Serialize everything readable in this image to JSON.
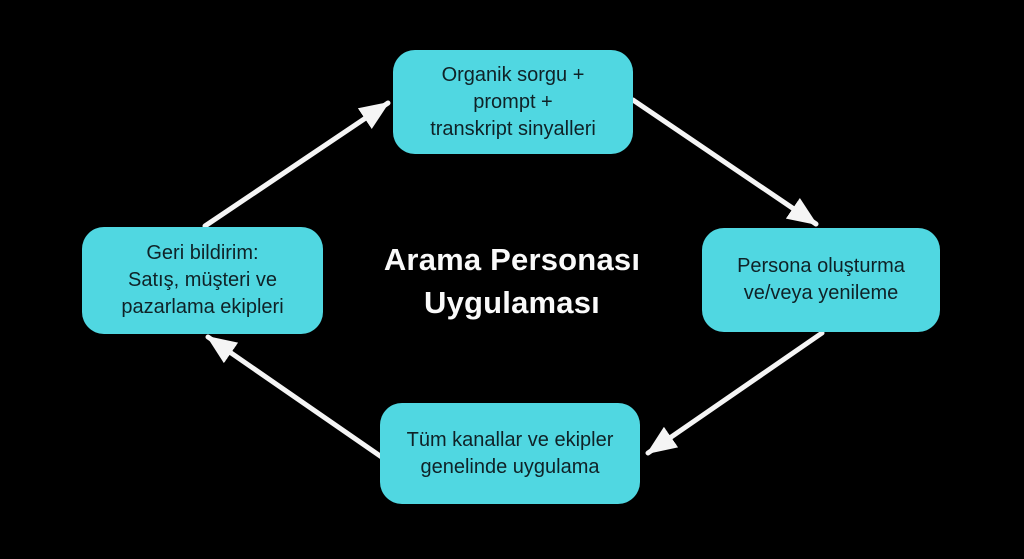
{
  "diagram": {
    "title": "Arama Personası\nUygulaması",
    "nodes": {
      "signals": {
        "label": "Organik sorgu +\nprompt +\ntranskript sinyalleri",
        "position": "top"
      },
      "persona": {
        "label": "Persona oluşturma\nve/veya yenileme",
        "position": "right"
      },
      "rollout": {
        "label": "Tüm kanallar ve ekipler\ngenelinde uygulama",
        "position": "bottom"
      },
      "feedback": {
        "label": "Geri bildirim:\nSatış, müşteri ve\npazarlama ekipleri",
        "position": "left"
      }
    },
    "edges": [
      {
        "from": "feedback",
        "to": "signals"
      },
      {
        "from": "signals",
        "to": "persona"
      },
      {
        "from": "persona",
        "to": "rollout"
      },
      {
        "from": "rollout",
        "to": "feedback"
      }
    ],
    "colors": {
      "background": "#000000",
      "node_fill": "#50d7e1",
      "node_text": "#0f2227",
      "arrow": "#f5f5f5",
      "title_text": "#fafafa"
    }
  }
}
